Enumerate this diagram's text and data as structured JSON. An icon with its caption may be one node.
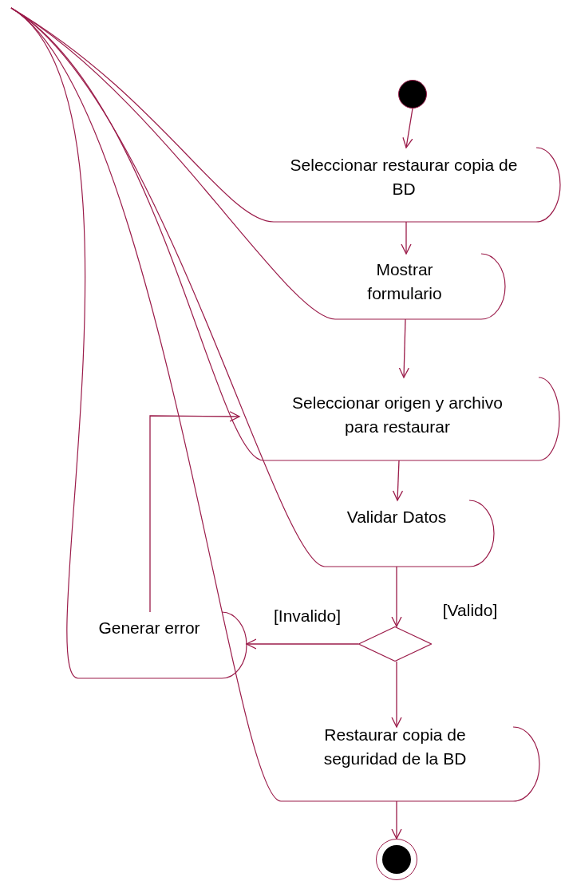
{
  "diagram": {
    "nodes": [
      {
        "text": [],
        "shape": "circle"
      },
      {
        "text": [
          "Seleccionar restaurar copia de BD"
        ]
      },
      {
        "text": [
          "Mostrar formulario"
        ]
      },
      {
        "text": [
          "Seleccionar origen y archivo para restaurar"
        ]
      },
      {
        "text": [
          "Validar Datos"
        ]
      },
      {
        "text": [],
        "shape": "diamond"
      },
      {
        "text": [
          "Generar error"
        ]
      },
      {
        "text": [
          "Restaurar copia de seguridad de la BD"
        ]
      },
      {
        "text": [],
        "shape": "circle"
      }
    ],
    "edges": [
      {
        "from": 0,
        "to": 1,
        "arrow": "to"
      },
      {
        "from": 1,
        "to": 2,
        "arrow": "to"
      },
      {
        "from": 2,
        "to": 3,
        "arrow": "to"
      },
      {
        "from": 3,
        "to": 4,
        "arrow": "to"
      },
      {
        "from": 4,
        "to": 5,
        "arrow": "to"
      },
      {
        "from": 5,
        "to": 6,
        "arrow": "to",
        "label": "[Invalido]"
      },
      {
        "from": 6,
        "to": 3,
        "arrow": "to"
      },
      {
        "from": 5,
        "to": 7,
        "arrow": "to",
        "label": "[Valido]"
      },
      {
        "from": 7,
        "to": 8,
        "arrow": "to"
      }
    ]
  }
}
